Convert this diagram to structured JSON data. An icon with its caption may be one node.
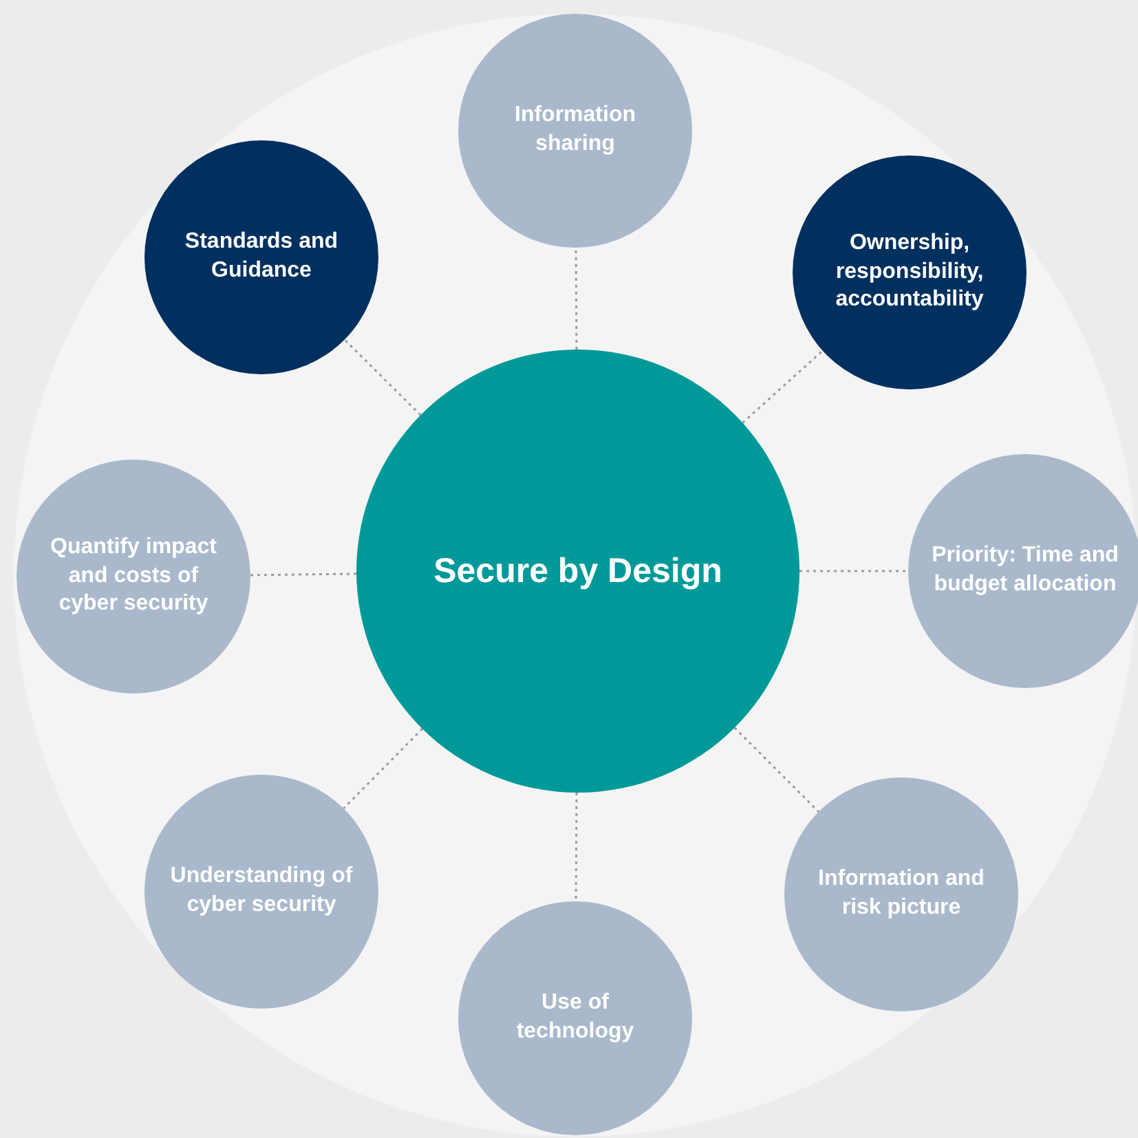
{
  "diagram": {
    "nodes": [
      {
        "text": [
          "Secure by Design"
        ]
      },
      {
        "text": [
          "Information sharing"
        ]
      },
      {
        "text": [
          "Ownership, responsibility, accountability"
        ]
      },
      {
        "text": [
          "Priority: Time and budget allocation"
        ]
      },
      {
        "text": [
          "Information and risk picture"
        ]
      },
      {
        "text": [
          "Use of technology"
        ]
      },
      {
        "text": [
          "Understanding of cyber security"
        ]
      },
      {
        "text": [
          "Quantify impact and costs of cyber security"
        ]
      },
      {
        "text": [
          "Standards and Guidance"
        ]
      }
    ],
    "edges": [
      {
        "from": 0,
        "to": 1,
        "arrow": "none"
      },
      {
        "from": 0,
        "to": 2,
        "arrow": "none"
      },
      {
        "from": 0,
        "to": 3,
        "arrow": "none"
      },
      {
        "from": 0,
        "to": 4,
        "arrow": "none"
      },
      {
        "from": 0,
        "to": 5,
        "arrow": "none"
      },
      {
        "from": 0,
        "to": 6,
        "arrow": "none"
      },
      {
        "from": 0,
        "to": 7,
        "arrow": "none"
      },
      {
        "from": 0,
        "to": 8,
        "arrow": "none"
      }
    ]
  }
}
